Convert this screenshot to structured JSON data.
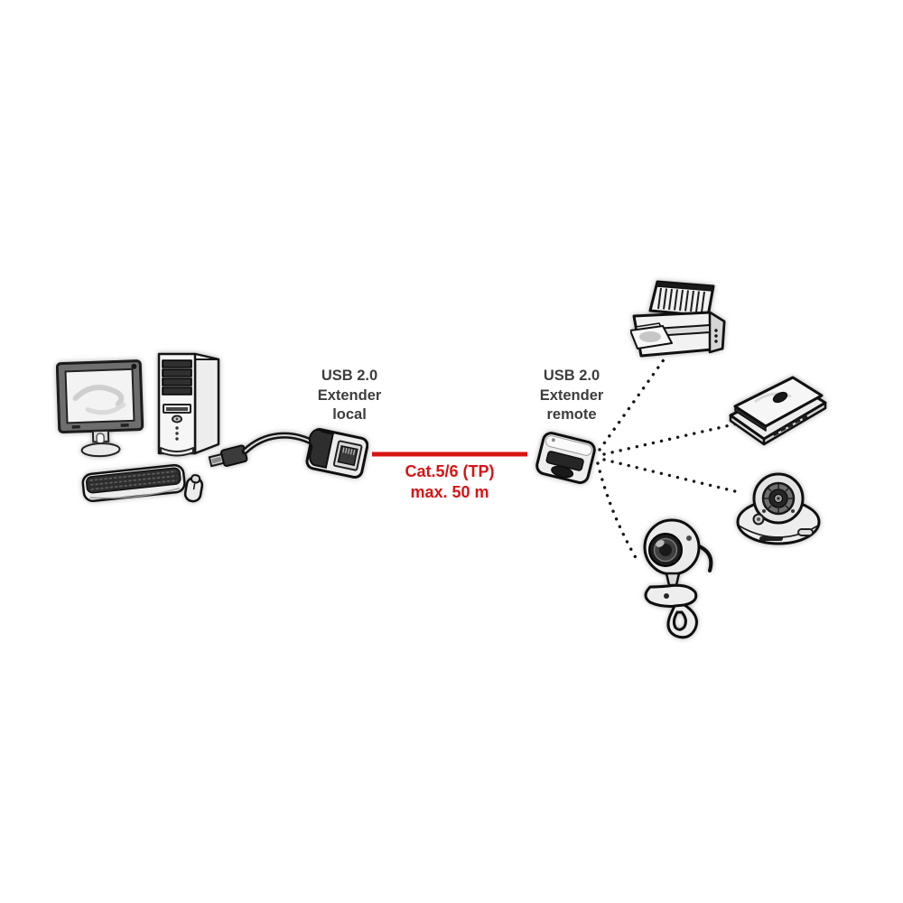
{
  "colors": {
    "accent_red": "#d81414",
    "label_dark": "#3d3d3d",
    "line_art": "#141414"
  },
  "diagram": {
    "labels": {
      "extender_local": {
        "line1": "USB 2.0",
        "line2": "Extender",
        "line3": "local"
      },
      "extender_remote": {
        "line1": "USB 2.0",
        "line2": "Extender",
        "line3": "remote"
      },
      "cable": {
        "line1": "Cat.5/6 (TP)",
        "line2": "max. 50 m"
      }
    },
    "illustrations": [
      {
        "name": "desktop-computer",
        "parts": [
          "monitor",
          "tower",
          "keyboard",
          "mouse"
        ]
      },
      {
        "name": "usb-extender-local-with-usb-cable"
      },
      {
        "name": "usb-extender-remote"
      },
      {
        "name": "inkjet-printer"
      },
      {
        "name": "flatbed-scanner"
      },
      {
        "name": "dome-camera"
      },
      {
        "name": "webcam"
      }
    ],
    "links": {
      "local_to_remote_line": "red solid line",
      "remote_dotted_links": [
        "printer",
        "scanner",
        "dome-camera",
        "webcam"
      ]
    }
  }
}
